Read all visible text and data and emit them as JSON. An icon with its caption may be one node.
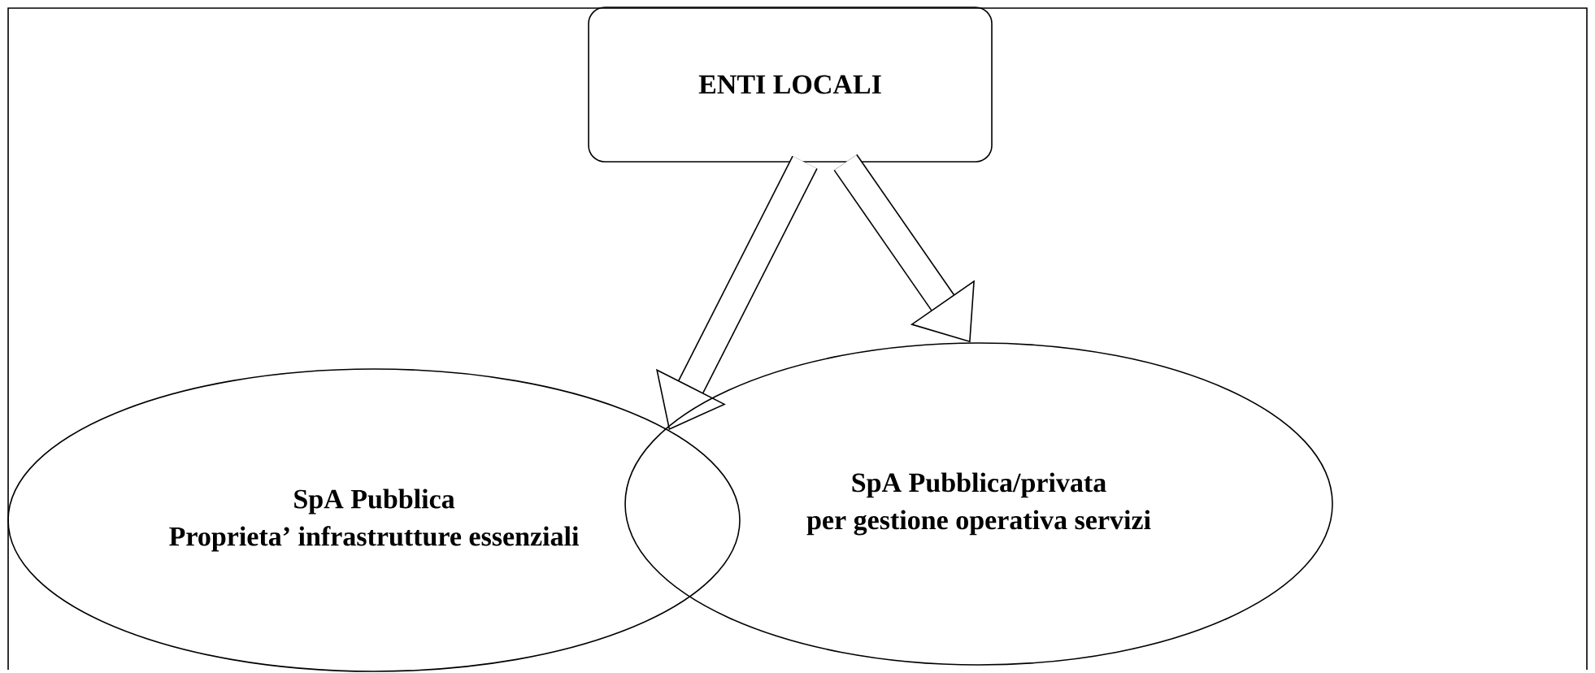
{
  "diagram": {
    "nodes": [
      {
        "text": [
          "ENTI LOCALI"
        ]
      },
      {
        "text": [
          "SpA Pubblica",
          "Proprieta’ infrastrutture essenziali"
        ]
      },
      {
        "text": [
          "SpA Pubblica/privata",
          "per gestione operativa servizi"
        ]
      }
    ],
    "edges": [
      {
        "from": 0,
        "to": 1,
        "arrow": "to"
      },
      {
        "from": 0,
        "to": 2,
        "arrow": "to"
      }
    ]
  }
}
